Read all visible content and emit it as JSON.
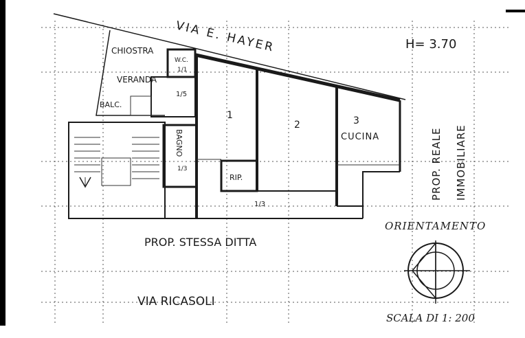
{
  "plan": {
    "street_top": "VIA  E. HAYER",
    "height_note": "H= 3.70",
    "neighbor_right": [
      "PROP. REALE",
      "IMMOBILIARE"
    ],
    "neighbor_bottom": "PROP.   STESSA  DITTA",
    "street_bottom": "VIA   RICASOLI",
    "orientation_label": "ORIENTAMENTO",
    "scale_label": "SCALA DI 1: 200",
    "rooms": {
      "chiostra": "CHIOSTRA",
      "wc": "W.C.",
      "wc_h": "1/1",
      "veranda": "VERANDA",
      "veranda_h": "1/5",
      "balc": "BALC.",
      "bagno": "BAGNO",
      "bagno_h": "1/3",
      "room1": "1",
      "room2": "2",
      "room3": "3",
      "cucina": "CUCINA",
      "rip": "RIP.",
      "corridor_h": "1/3"
    }
  },
  "colors": {
    "ink": "#1a1a1a",
    "paper": "#ffffff",
    "border": "#000000"
  }
}
